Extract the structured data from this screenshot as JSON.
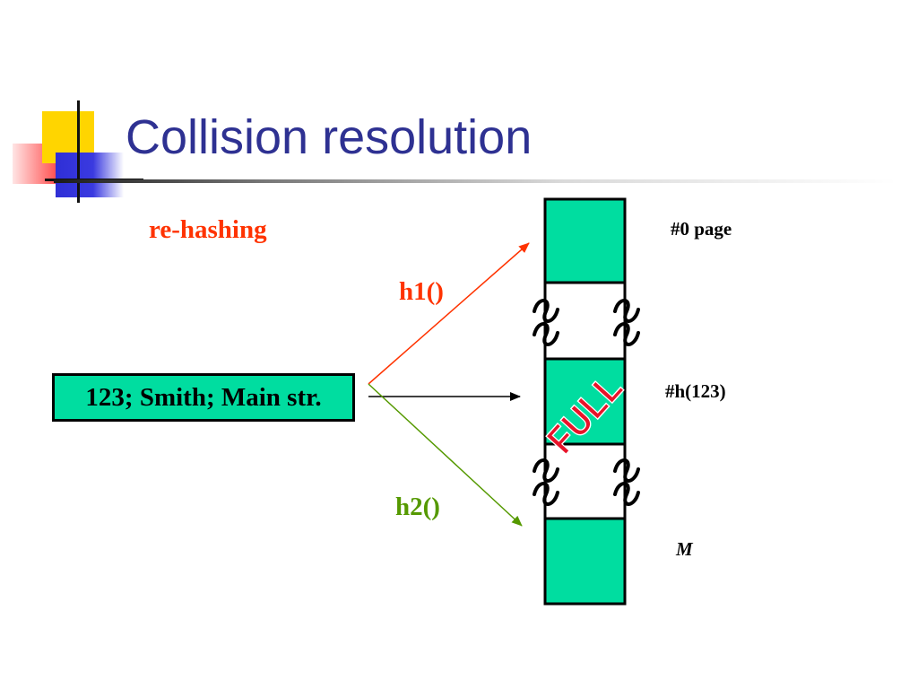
{
  "slide": {
    "title": "Collision resolution",
    "subtitle": "re-hashing"
  },
  "record": {
    "text": "123; Smith; Main str."
  },
  "hash_functions": {
    "h1": "h1()",
    "h2": "h2()"
  },
  "pages": {
    "first": "#0 page",
    "target": "#h(123)",
    "last": "M"
  },
  "full_label": "FULL",
  "colors": {
    "title": "#2e3192",
    "accent_red": "#ff3300",
    "accent_green": "#559900",
    "page_fill": "#00dda0",
    "full_text": "#e8142a"
  }
}
